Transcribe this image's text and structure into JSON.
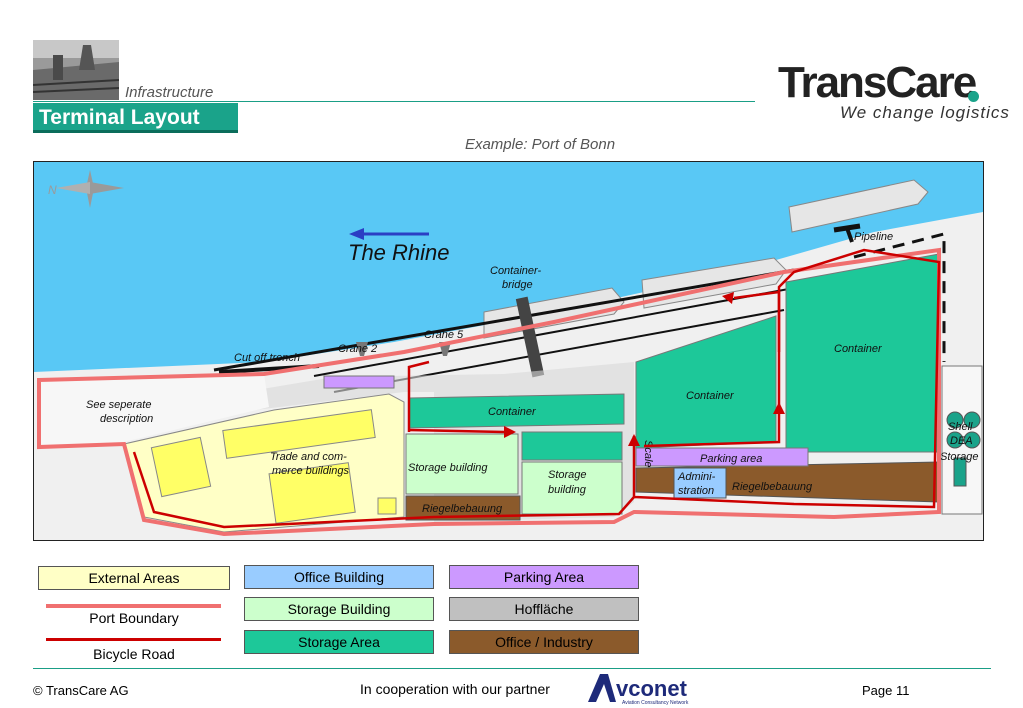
{
  "header": {
    "section": "Infrastructure",
    "title": "Terminal Layout",
    "subtitle": "Example: Port of Bonn"
  },
  "brand": {
    "name": "TransCare",
    "tagline": "We change logistics",
    "accent_color": "#1aa38a"
  },
  "map": {
    "compass": "N",
    "river_label": "The Rhine",
    "labels": {
      "container_bridge": "Container-\nbridge",
      "container_bridge_1": "Container-",
      "container_bridge_2": "bridge",
      "pipeline": "Pipeline",
      "crane2": "Crane 2",
      "crane5": "Crane 5",
      "cut_off_trench": "Cut off trench",
      "see_desc_1": "See seperate",
      "see_desc_2": "description",
      "trade_1": "Trade and com-",
      "trade_2": "merce buildings",
      "container_a": "Container",
      "container_b": "Container",
      "container_c": "Container",
      "storage_building_a": "Storage building",
      "storage_building_b_1": "Storage",
      "storage_building_b_2": "building",
      "riegel_a": "Riegelbebauung",
      "riegel_b": "Riegelbebauung",
      "scale": "Scale",
      "parking_area": "Parking area",
      "admin_1": "Admini-",
      "admin_2": "stration",
      "shell_1": "Shell",
      "shell_2": "DEA",
      "shell_3": "Storage"
    },
    "colors": {
      "water": "#59c8f5",
      "external": "#ffffc6",
      "office": "#99ccff",
      "parking": "#cc99ff",
      "storage_building": "#ccffcc",
      "hofflache": "#c0c0c0",
      "storage_area": "#1dc899",
      "industry": "#8b5a2b",
      "port_boundary": "#f07070",
      "bicycle_road": "#cc0000"
    }
  },
  "legend": {
    "external_areas": "External Areas",
    "port_boundary": "Port Boundary",
    "bicycle_road": "Bicycle Road",
    "office_building": "Office Building",
    "storage_building": "Storage Building",
    "storage_area": "Storage Area",
    "parking_area": "Parking Area",
    "hofflache": "Hoffläche",
    "office_industry": "Office / Industry"
  },
  "footer": {
    "copyright": "© TransCare AG",
    "partner_text": "In cooperation with our partner",
    "partner_name": "Avconet",
    "partner_tagline": "Aviation Consultancy Network",
    "page": "Page 11"
  }
}
